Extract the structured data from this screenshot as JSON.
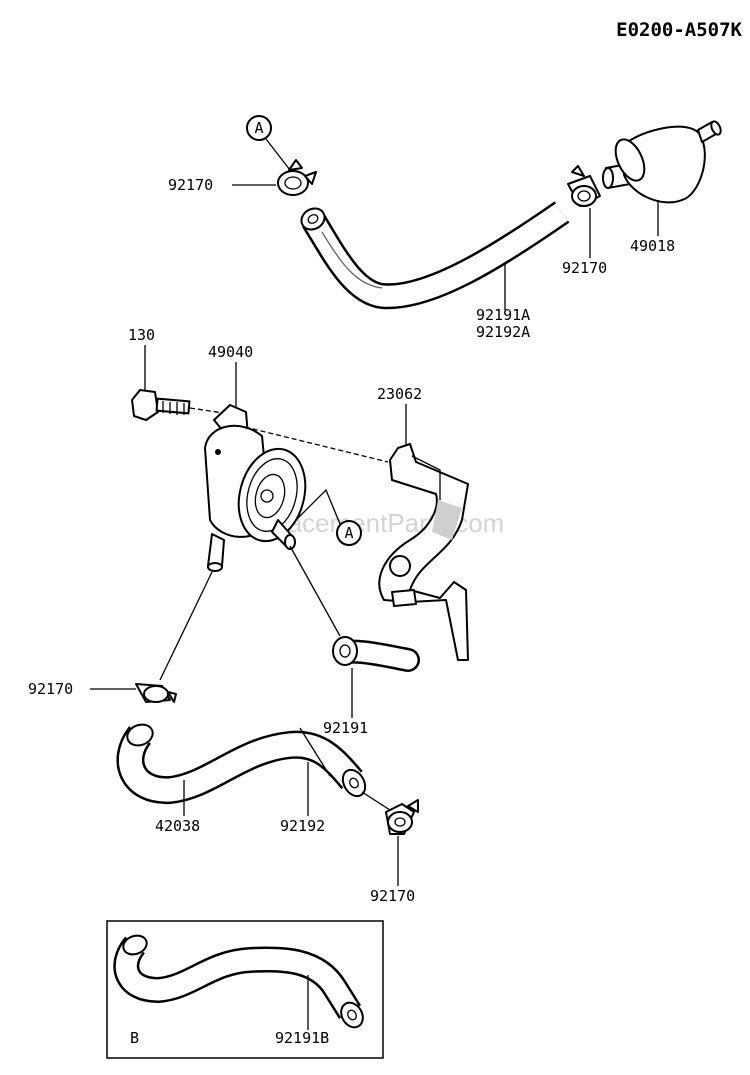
{
  "diagram_code": "E0200-A507K",
  "watermark": "eReplacementParts.com",
  "callouts": {
    "a_top": "A",
    "a_mid": "A"
  },
  "labels": {
    "clamp_top_left": "92170",
    "clamp_top_right": "92170",
    "filter": "49018",
    "hose_top_1": "92191A",
    "hose_top_2": "92192A",
    "bolt": "130",
    "fuel_pump": "49040",
    "bracket": "23062",
    "clamp_mid_left": "92170",
    "hose_elbow": "92191",
    "hose_long": "42038",
    "hose_short": "92192",
    "clamp_bottom": "92170",
    "inset_marker": "B",
    "inset_hose": "92191B"
  }
}
